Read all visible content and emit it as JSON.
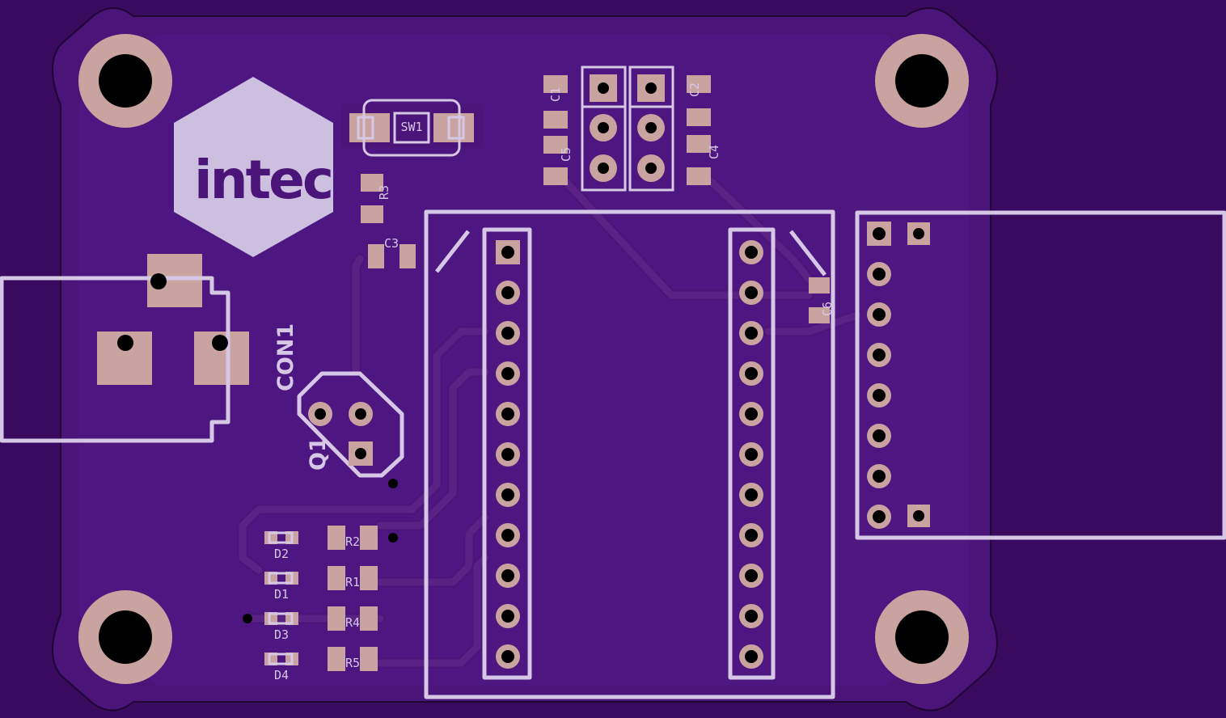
{
  "logo": {
    "text": "intec"
  },
  "designators": {
    "sw1": "SW1",
    "c1": "C1",
    "c2": "C2",
    "c3": "C3",
    "c4": "C4",
    "c5": "C5",
    "c6": "C6",
    "r1": "R1",
    "r2": "R2",
    "r3": "R3",
    "r4": "R4",
    "r5": "R5",
    "d1": "D1",
    "d2": "D2",
    "d3": "D3",
    "d4": "D4",
    "con1": "CON1",
    "q1": "Q1"
  },
  "colors": {
    "board": "#3a0a5e",
    "copper_fill": "#4a1478",
    "silkscreen": "#d7c7e6",
    "pad": "#c9a3a0"
  }
}
